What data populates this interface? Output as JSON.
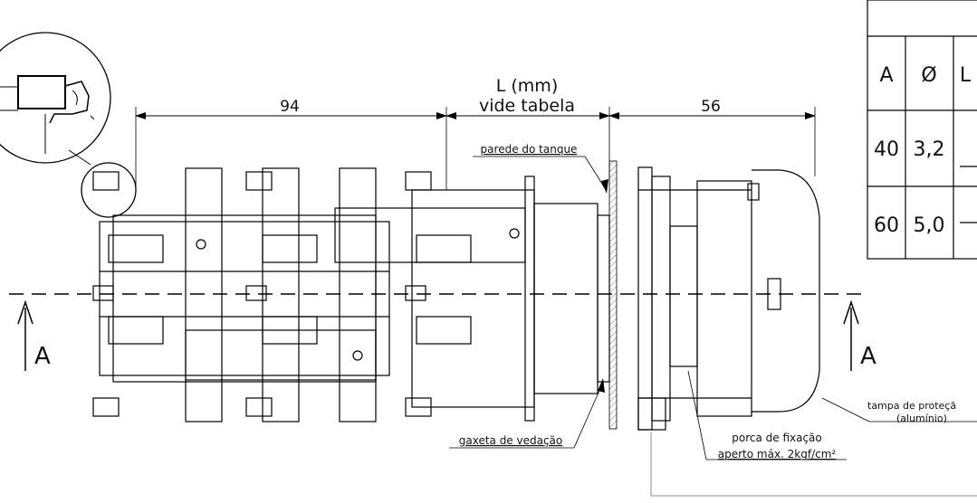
{
  "dimensions": {
    "left": "94",
    "center_line1": "L (mm)",
    "center_line2": "vide tabela",
    "right": "56"
  },
  "labels": {
    "tank_wall": "parede do tanque",
    "gasket": "gaxeta de vedação",
    "nut_line1": "porca de fixação",
    "nut_line2": "aperto máx. 2kgf/cm²",
    "cover_line1": "tampa de proteçã",
    "cover_line2": "(alumínio)"
  },
  "section": {
    "left": "A",
    "right": "A"
  },
  "table": {
    "headers": [
      "A",
      "Ø",
      "L"
    ],
    "rows": [
      [
        "40",
        "3,2"
      ],
      [
        "60",
        "5,0"
      ]
    ]
  },
  "colors": {
    "line": "#000000",
    "hatch": "#777777"
  }
}
